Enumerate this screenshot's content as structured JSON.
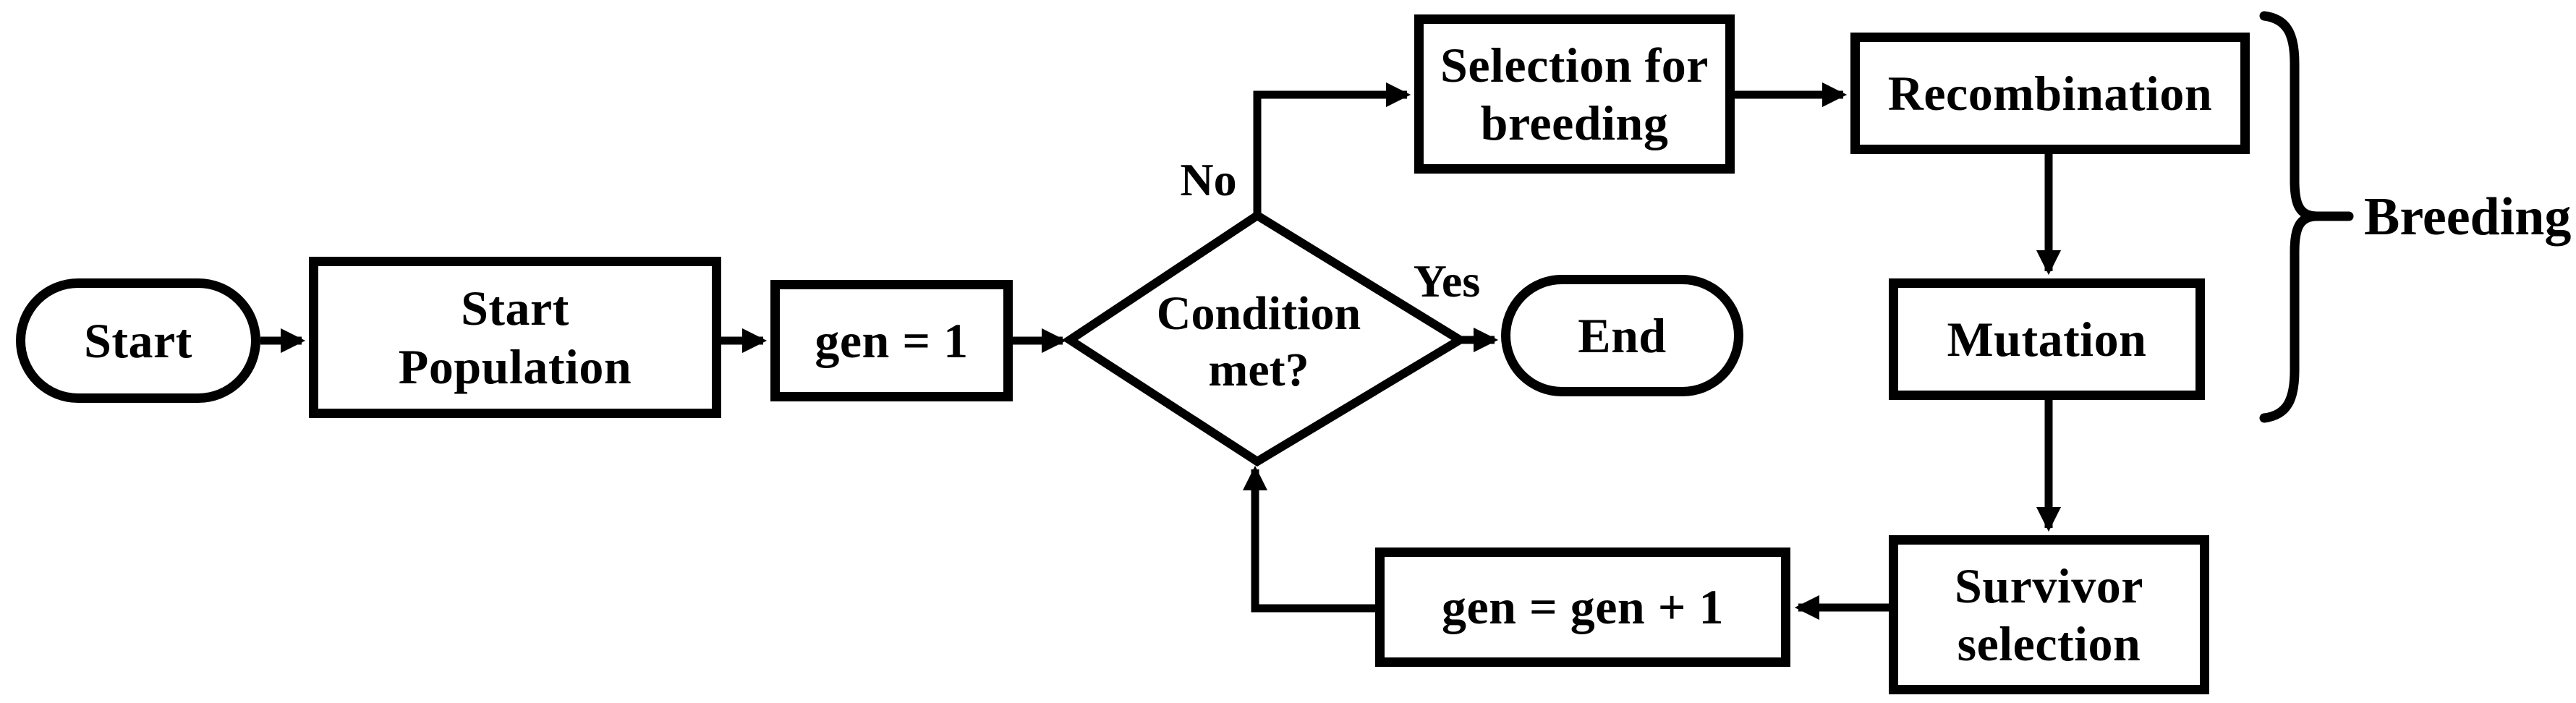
{
  "diagram": {
    "type": "flowchart",
    "colors": {
      "stroke": "#000000",
      "background": "#ffffff",
      "text": "#000000"
    },
    "nodes": {
      "start": {
        "label": "Start",
        "shape": "terminator"
      },
      "start_population": {
        "line1": "Start",
        "line2": "Population",
        "shape": "process"
      },
      "gen_init": {
        "label": "gen = 1",
        "shape": "process"
      },
      "condition": {
        "line1": "Condition",
        "line2": "met?",
        "shape": "decision"
      },
      "end": {
        "label": "End",
        "shape": "terminator"
      },
      "selection": {
        "line1": "Selection for",
        "line2": "breeding",
        "shape": "process"
      },
      "recombination": {
        "label": "Recombination",
        "shape": "process"
      },
      "mutation": {
        "label": "Mutation",
        "shape": "process"
      },
      "survivor": {
        "line1": "Survivor",
        "line2": "selection",
        "shape": "process"
      },
      "gen_increment": {
        "label": "gen = gen + 1",
        "shape": "process"
      }
    },
    "edge_labels": {
      "yes": "Yes",
      "no": "No"
    },
    "annotations": {
      "breeding_group": "Breeding"
    },
    "flow": [
      "Start -> Start Population -> gen = 1 -> Condition met?",
      "Condition met? -Yes-> End",
      "Condition met? -No-> Selection for breeding -> Recombination -> Mutation -> Survivor selection -> gen = gen + 1 -> Condition met?",
      "Brace groups Recombination and Mutation as Breeding"
    ]
  }
}
